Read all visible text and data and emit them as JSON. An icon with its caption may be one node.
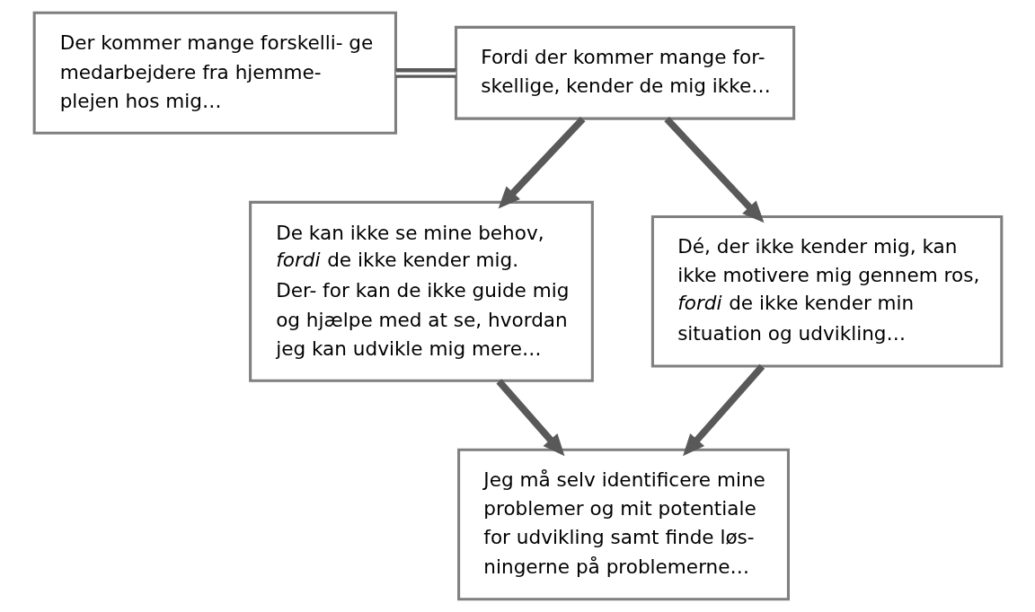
{
  "diagram": {
    "nodes": [
      {
        "text": [
          "Der kommer mange forskelli- ge medarbejdere fra hjemme- plejen hos mig…"
        ]
      },
      {
        "text": [
          "Fordi der kommer mange for- skellige, kender de mig ikke…"
        ]
      },
      {
        "text": [
          "De kan ikke se mine behov, *fordi* de ikke kender mig. Der- for kan de ikke guide mig og hjælpe med at se, hvordan jeg kan udvikle mig mere…"
        ]
      },
      {
        "text": [
          "Dé, der ikke kender mig, kan ikke motivere mig gennem ros, *fordi* de ikke kender min situation og udvikling…"
        ]
      },
      {
        "text": [
          "Jeg må selv identificere mine problemer og mit potentiale for udvikling samt finde løs- ningerne på problemerne…"
        ]
      }
    ],
    "edges": [
      {
        "from": 0,
        "to": 1,
        "arrow": "none"
      },
      {
        "from": 1,
        "to": 2,
        "arrow": "to"
      },
      {
        "from": 1,
        "to": 3,
        "arrow": "to"
      },
      {
        "from": 2,
        "to": 4,
        "arrow": "to"
      },
      {
        "from": 3,
        "to": 4,
        "arrow": "to"
      }
    ]
  }
}
